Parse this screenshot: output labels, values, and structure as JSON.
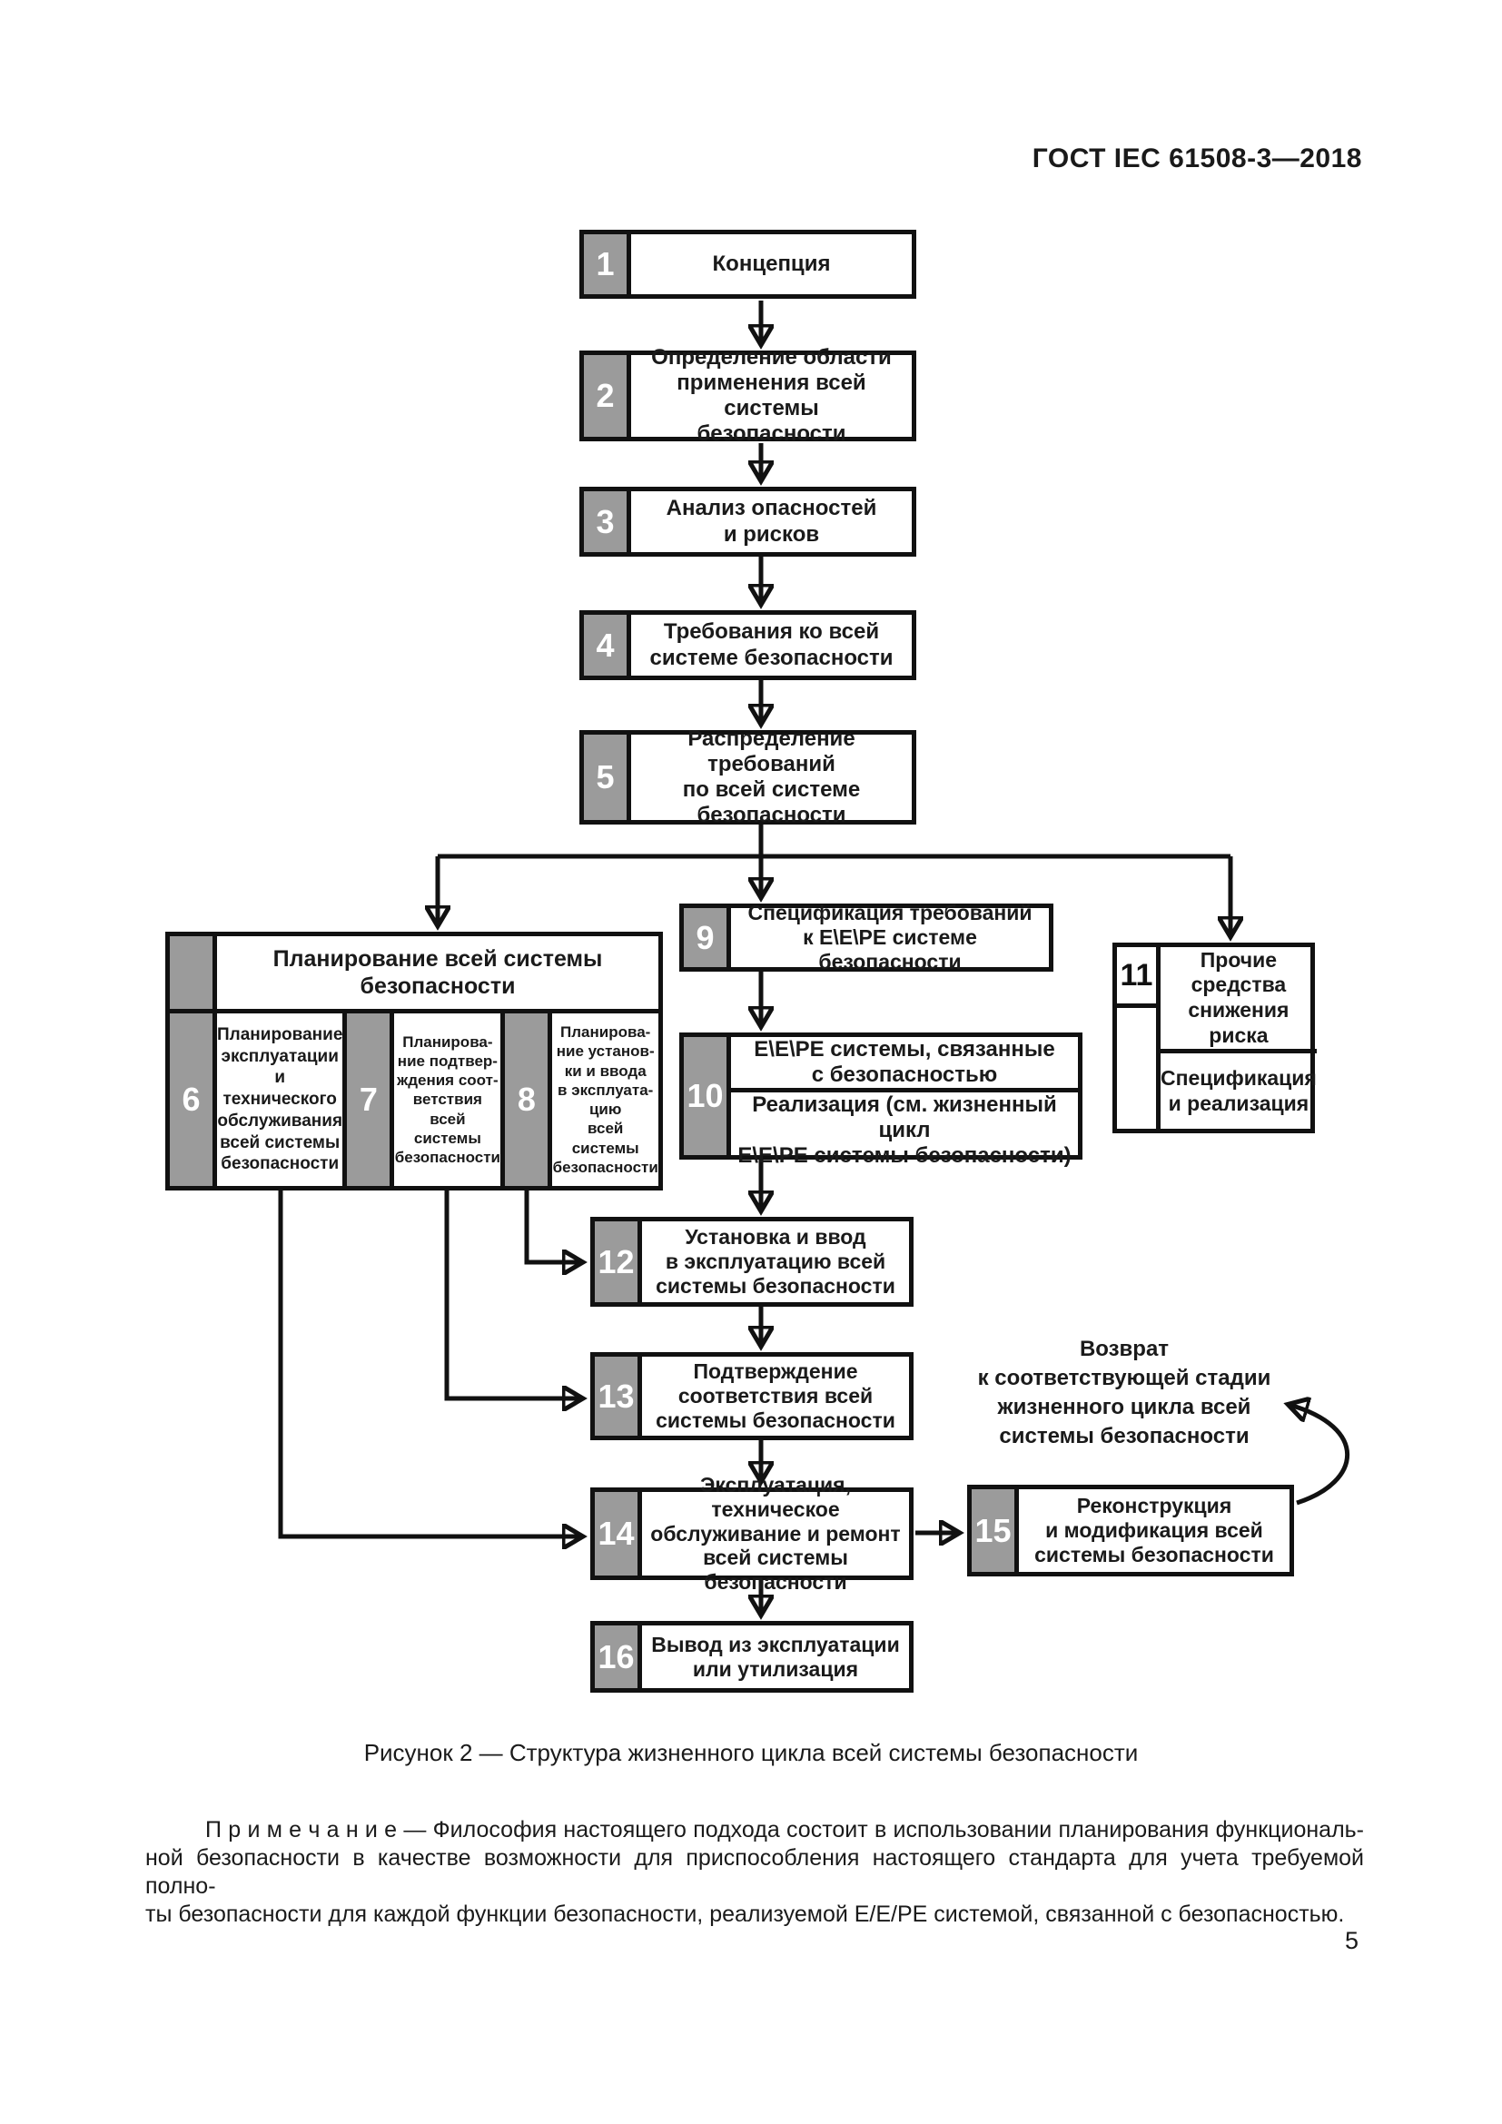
{
  "page": {
    "doc_code": "ГОСТ IEC 61508-3—2018",
    "figure_caption": "Рисунок 2 — Структура жизненного цикла всей системы безопасности",
    "page_number": "5",
    "note_lines": [
      "П р и м е ч а н и е  — Философия настоящего подхода состоит в использовании планирования функциональ-",
      "ной безопасности в качестве возможности для приспособления настоящего стандарта для учета требуемой полно-",
      "ты безопасности для каждой функции безопасности, реализуемой Е/Е/РЕ системой, связанной с безопасностью."
    ]
  },
  "colors": {
    "number_cell_gray": "#9b9b9b",
    "line_black": "#111111",
    "box_background": "#ffffff"
  },
  "diagram": {
    "steps": {
      "s1": {
        "num": "1",
        "label": "Концепция"
      },
      "s2": {
        "num": "2",
        "label": "Определение области\nприменения всей системы\nбезопасности"
      },
      "s3": {
        "num": "3",
        "label": "Анализ опасностей\nи рисков"
      },
      "s4": {
        "num": "4",
        "label": "Требования ко всей\nсистеме безопасности"
      },
      "s5": {
        "num": "5",
        "label": "Распределение требований\nпо всей системе\nбезопасности"
      },
      "s6": {
        "num": "6",
        "label": "Планирование\nэксплуатации\nи технического\nобслуживания\nвсей системы\nбезопасности"
      },
      "s7": {
        "num": "7",
        "label": "Планирова-\nние подтвер-\nждения соот-\nветствия\nвсей системы\nбезопасности"
      },
      "s8": {
        "num": "8",
        "label": "Планирова-\nние установ-\nки и ввода\nв эксплуата-\nцию\nвсей системы\nбезопасности"
      },
      "s9": {
        "num": "9",
        "label": "Спецификация требований\nк Е\\Е\\РЕ системе безопасности"
      },
      "s10": {
        "num": "10",
        "row1": "Е\\Е\\РЕ системы, связанные\nс безопасностью",
        "row2": "Реализация (см. жизненный цикл\nЕ\\Е\\РЕ системы безопасности)"
      },
      "s11": {
        "num": "11",
        "top": "Прочие\nсредства\nснижения\nриска",
        "bottom": "Спецификация\nи реализация"
      },
      "s12": {
        "num": "12",
        "label": "Установка и ввод\nв эксплуатацию всей\nсистемы безопасности"
      },
      "s13": {
        "num": "13",
        "label": "Подтверждение\nсоответствия всей\nсистемы безопасности"
      },
      "s14": {
        "num": "14",
        "label": "Эксплуатация, техническое\nобслуживание и ремонт\nвсей системы безопасности"
      },
      "s15": {
        "num": "15",
        "label": "Реконструкция\nи модификация всей\nсистемы безопасности"
      },
      "s16": {
        "num": "16",
        "label": "Вывод из эксплуатации\nили утилизация"
      }
    },
    "planning_title": "Планирование всей системы\nбезопасности",
    "return_annotation": "Возврат\nк соответствующей стадии\nжизненного цикла всей\nсистемы безопасности"
  }
}
